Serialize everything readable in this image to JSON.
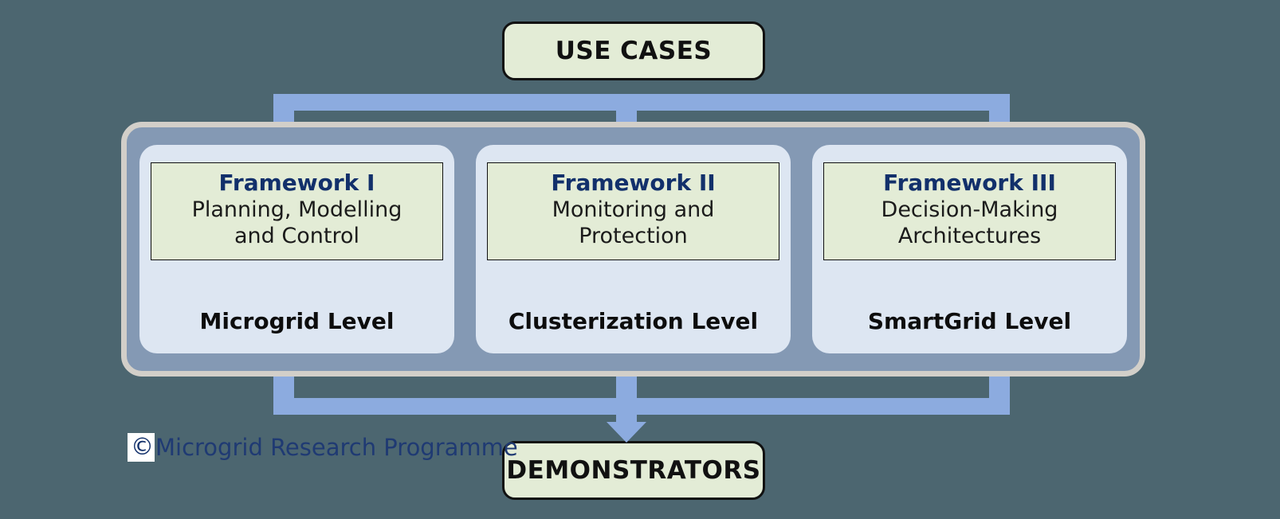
{
  "diagram": {
    "title": "Microgrid Research Programme framework overview",
    "background_color": "#4c6670",
    "top_node": {
      "label": "USE CASES",
      "fill": "#e3ecd6",
      "border": "#111111"
    },
    "bottom_node": {
      "label": "DEMONSTRATORS",
      "fill": "#e3ecd6",
      "border": "#111111"
    },
    "container": {
      "fill": "#8499b4",
      "border": "#d2cfc9"
    },
    "connector_color": "#8cabdf",
    "levels": [
      {
        "framework_title": "Framework I",
        "framework_desc": "Planning, Modelling\nand Control",
        "level_name": "Microgrid Level",
        "card_fill": "#dde6f2",
        "box_fill": "#e3ecd6",
        "title_color": "#12306b"
      },
      {
        "framework_title": "Framework II",
        "framework_desc": "Monitoring and\nProtection",
        "level_name": "Clusterization Level",
        "card_fill": "#dde6f2",
        "box_fill": "#e3ecd6",
        "title_color": "#12306b"
      },
      {
        "framework_title": "Framework III",
        "framework_desc": "Decision-Making\nArchitectures",
        "level_name": "SmartGrid Level",
        "card_fill": "#dde6f2",
        "box_fill": "#e3ecd6",
        "title_color": "#12306b"
      }
    ],
    "credit": {
      "copyright_symbol": "©",
      "text": "Microgrid Research Programme",
      "color": "#1f3a73"
    }
  }
}
